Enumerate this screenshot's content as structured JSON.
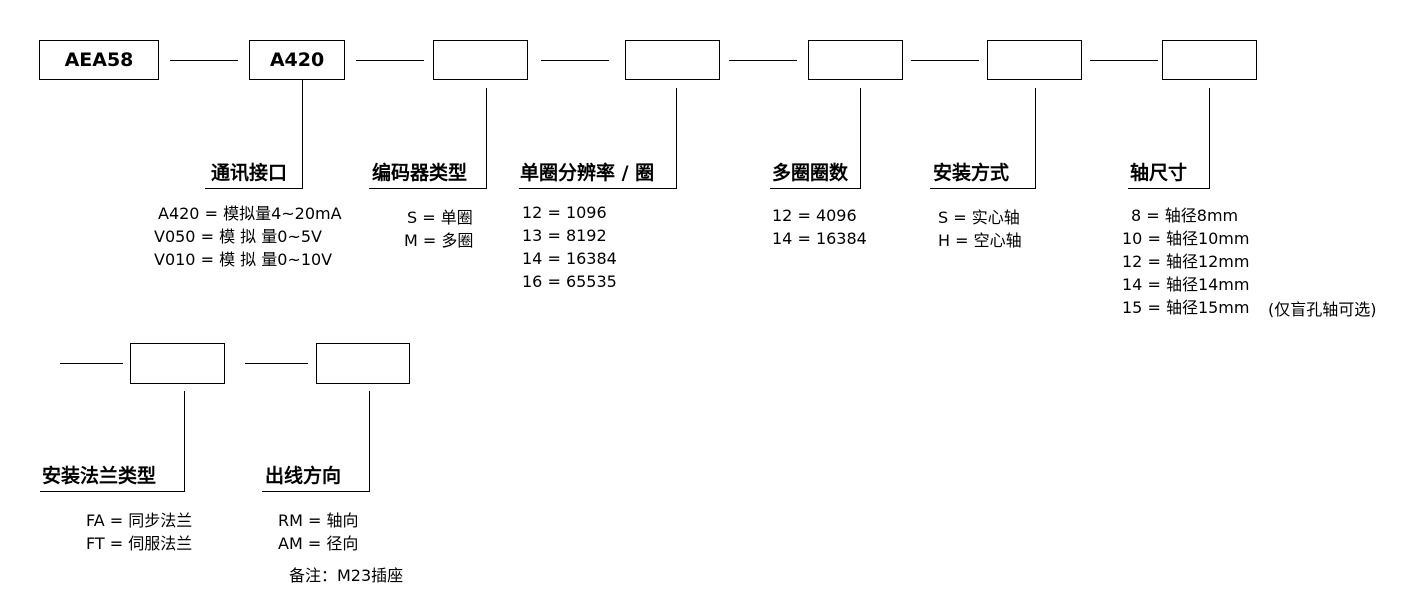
{
  "row1_boxes": [
    "AEA58",
    "A420",
    "",
    "",
    "",
    "",
    ""
  ],
  "row2_boxes": [
    "",
    ""
  ],
  "fields": [
    {
      "title": "通讯接口",
      "options": [
        "A420 = 模拟量4~20mA",
        "V050 = 模 拟 量0~5V",
        "V010 = 模 拟 量0~10V"
      ]
    },
    {
      "title": "编码器类型",
      "options": [
        "S = 单圈",
        "M = 多圈"
      ]
    },
    {
      "title": "单圈分辨率 / 圈",
      "options": [
        "12 = 1096",
        "13 = 8192",
        "14 = 16384",
        "16 = 65535"
      ]
    },
    {
      "title": "多圈圈数",
      "options": [
        "12 = 4096",
        "14 = 16384"
      ]
    },
    {
      "title": "安装方式",
      "options": [
        "S = 实心轴",
        "H = 空心轴"
      ]
    },
    {
      "title": "轴尺寸",
      "options": [
        "8 = 轴径8mm",
        "10 = 轴径10mm",
        "12 = 轴径12mm",
        "14 = 轴径14mm",
        "15 = 轴径15mm"
      ],
      "extra_note": "(仅盲孔轴可选)"
    },
    {
      "title": "安装法兰类型",
      "options": [
        "FA = 同步法兰",
        "FT = 伺服法兰"
      ]
    },
    {
      "title": "出线方向",
      "options": [
        "RM = 轴向",
        "AM = 径向"
      ],
      "remark": "备注：M23插座"
    }
  ]
}
